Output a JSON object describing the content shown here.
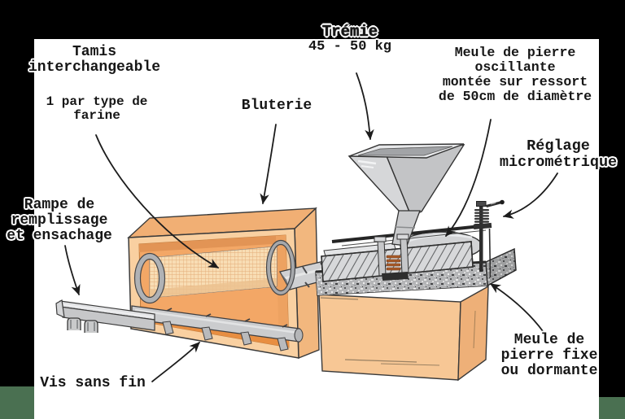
{
  "labels": {
    "tamis": {
      "line1": "Tamis",
      "line2": "interchangeable"
    },
    "par_type": {
      "line1": "1 par type de",
      "line2": "farine"
    },
    "bluterie": {
      "text": "Bluterie"
    },
    "tremie": {
      "title": "Trémie",
      "subtitle": "45 - 50 kg"
    },
    "meule_oscillante": {
      "line1": "Meule de pierre",
      "line2": "oscillante",
      "line3": "montée sur ressort",
      "line4": "de 50cm de diamètre"
    },
    "reglage": {
      "line1": "Réglage",
      "line2": "micrométrique"
    },
    "rampe": {
      "line1": "Rampe de",
      "line2": "remplissage",
      "line3": "et ensachage"
    },
    "vis": {
      "text": "Vis sans fin"
    },
    "meule_fixe": {
      "line1": "Meule de",
      "line2": "pierre fixe",
      "line3": "ou dormante"
    }
  },
  "palette": {
    "background": "#000000",
    "panel": "#ffffff",
    "corner_green": "#4a7051",
    "wood_peach": "#f7c795",
    "box_peach_light": "#f9d0a1",
    "interior_orange": "#f3a766",
    "mesh_beige": "#f8ddb4",
    "metal_gray": "#cbccce",
    "stone_gray": "#d7d8da",
    "granite_gray": "#b4b5b7",
    "spring_rust": "#a85a28",
    "ink": "#1c1c1c"
  }
}
